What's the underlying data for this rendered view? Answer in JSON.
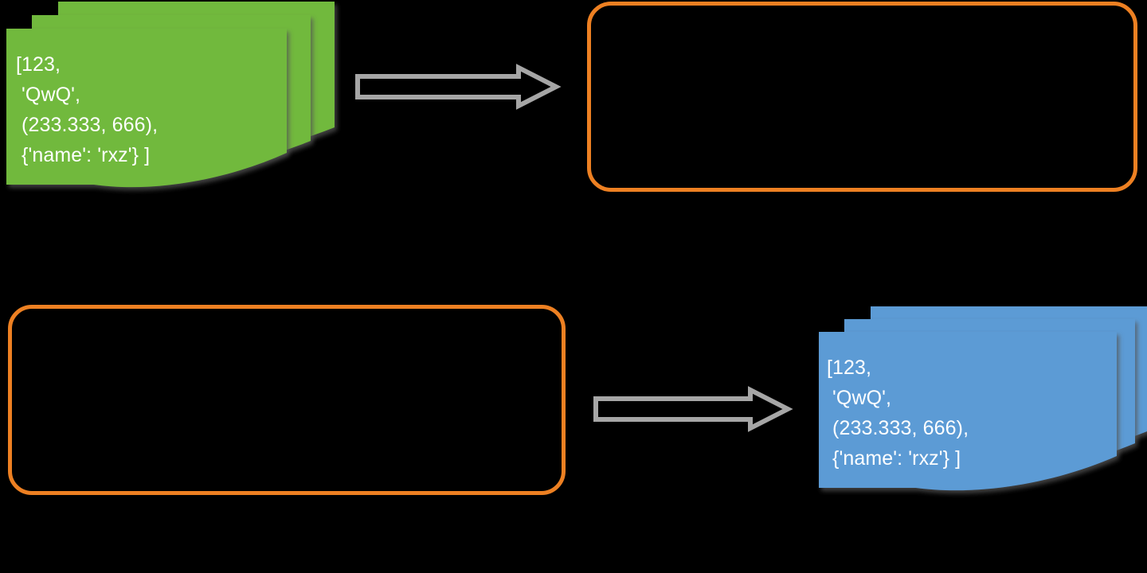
{
  "diagram": {
    "title": "Serialization round-trip diagram",
    "palette": {
      "background": "#000000",
      "green_fill": "#71B93D",
      "blue_fill": "#5B9BD5",
      "orange_stroke": "#ED8022",
      "arrow_stroke": "#A6A6A6",
      "shadow": "#8C8C8C",
      "text": "#FFFFFF"
    },
    "nodes": {
      "green_document_stack": {
        "name": "python-object-source",
        "fill": "#71B93D",
        "stack_count": 3,
        "lines": [
          "[123,",
          " 'QwQ',",
          " (233.333, 666),",
          " {'name': 'rxz'} ]"
        ]
      },
      "blue_document_stack": {
        "name": "python-object-result",
        "fill": "#5B9BD5",
        "stack_count": 3,
        "lines": [
          "[123,",
          " 'QwQ',",
          " (233.333, 666),",
          " {'name': 'rxz'} ]"
        ]
      },
      "orange_box_top_right": {
        "name": "serialized-payload-top",
        "stroke": "#ED8022",
        "label": ""
      },
      "orange_box_bottom_left": {
        "name": "serialized-payload-bottom",
        "stroke": "#ED8022",
        "label": ""
      }
    },
    "arrows": [
      {
        "name": "arrow-encode",
        "direction": "right",
        "label": ""
      },
      {
        "name": "arrow-decode",
        "direction": "right",
        "label": ""
      }
    ]
  }
}
